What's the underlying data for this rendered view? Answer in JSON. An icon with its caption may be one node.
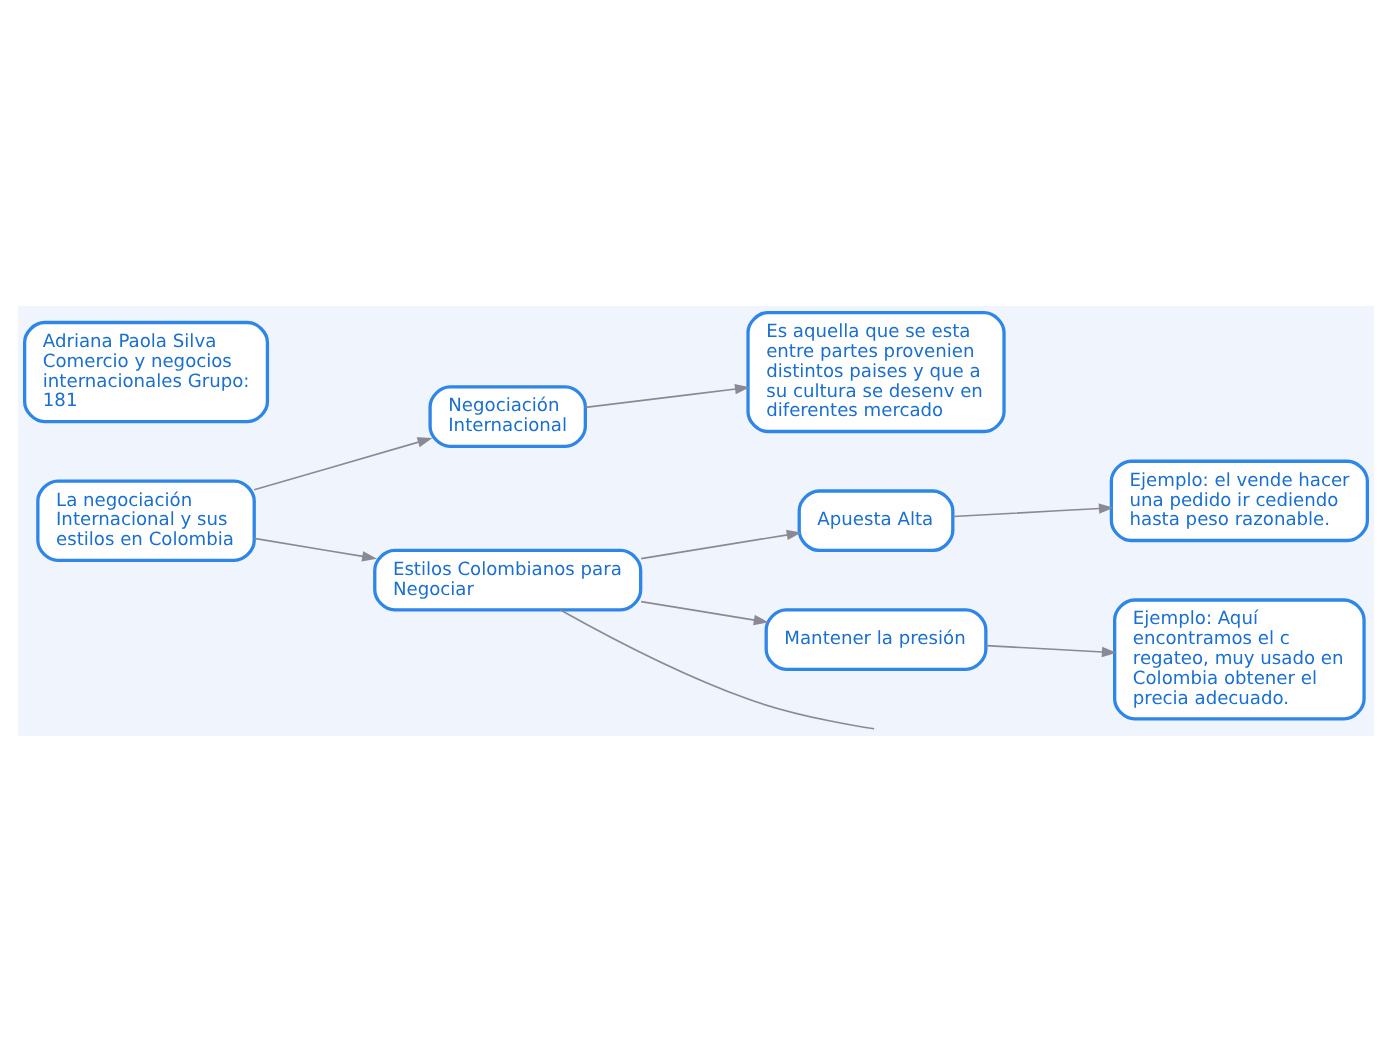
{
  "diagram": {
    "nodes": [
      {
        "text": [
          "La negociación Internacional y sus estilos en Colombia"
        ]
      },
      {
        "text": [
          "Negociación Internacional"
        ]
      },
      {
        "text": [
          "Es aquella que se esta entre partes provenien distintos paises y que a su cultura se desenv en diferentes mercado"
        ]
      },
      {
        "text": [
          "Apuesta Alta"
        ]
      },
      {
        "text": [
          "Ejemplo: el vende hacer una pedido ir cediendo hasta peso razonable."
        ]
      },
      {
        "text": [
          "Adriana Paola Silva Comercio y negocios internacionales Grupo: 181"
        ]
      },
      {
        "text": [
          "Estilos Colombianos para Negociar"
        ]
      },
      {
        "text": [
          "Mantener la presión"
        ]
      },
      {
        "text": [
          "Ejemplo: Aquí encontramos el c regateo, muy usado en Colombia obtener el precia adecuado."
        ]
      }
    ],
    "edges": [
      {
        "from": 0,
        "to": 1,
        "arrow": "to"
      },
      {
        "from": 1,
        "to": 2,
        "arrow": "to"
      },
      {
        "from": 0,
        "to": 6,
        "arrow": "to"
      },
      {
        "from": 6,
        "to": 3,
        "arrow": "to"
      },
      {
        "from": 3,
        "to": 4,
        "arrow": "to"
      },
      {
        "from": 6,
        "to": 7,
        "arrow": "to"
      },
      {
        "from": 7,
        "to": 8,
        "arrow": "to"
      },
      {
        "from": 6,
        "to": null,
        "arrow": "none"
      }
    ]
  }
}
